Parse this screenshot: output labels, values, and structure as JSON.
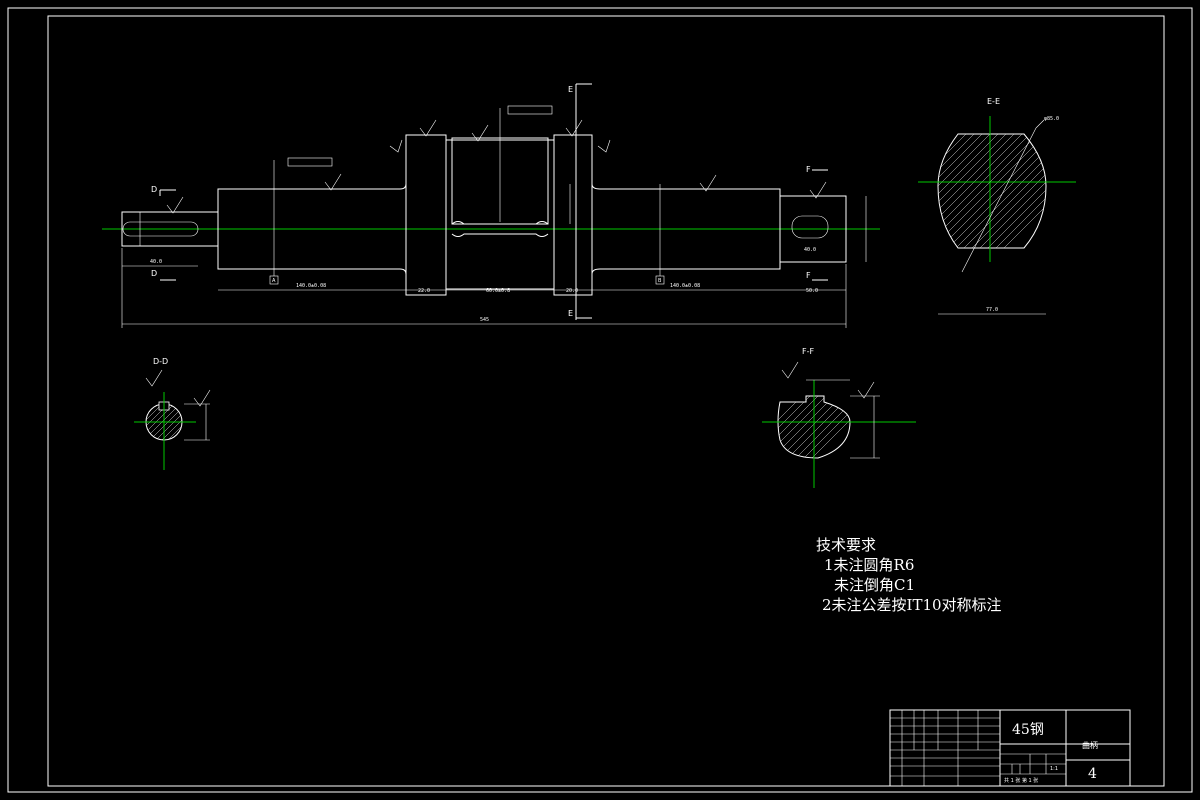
{
  "drawing": {
    "material": "45钢",
    "part_name": "曲柄",
    "sheet_number": "4",
    "section_labels": {
      "top_mark_e": "E",
      "bottom_mark_e": "E",
      "d_mark_top": "D",
      "d_mark_bottom": "D",
      "f_mark_top": "F",
      "f_mark_bottom": "F",
      "section_ee": "E-E",
      "section_dd": "D-D",
      "section_ff": "F-F"
    },
    "datum_labels": {
      "a": "A",
      "b": "B"
    },
    "technical_requirements": {
      "title": "技术要求",
      "items": [
        "1未注圆角R6",
        "未注倒角C1",
        "2未注公差按IT10对称标注"
      ]
    },
    "dimensions": {
      "overall_length": "545",
      "seg1": "140.0±0.08",
      "seg2": "22.0",
      "seg3": "60.0±0.8",
      "seg4": "20.0",
      "seg5": "140.0±0.08",
      "seg6": "50.0",
      "key_left": "40.0",
      "key_right": "40.0",
      "ee_width": "77.0",
      "ee_dia": "φ85.0"
    },
    "title_block": {
      "scale": "1:1",
      "sheet_info": "共 1 张   第 1 张"
    }
  }
}
